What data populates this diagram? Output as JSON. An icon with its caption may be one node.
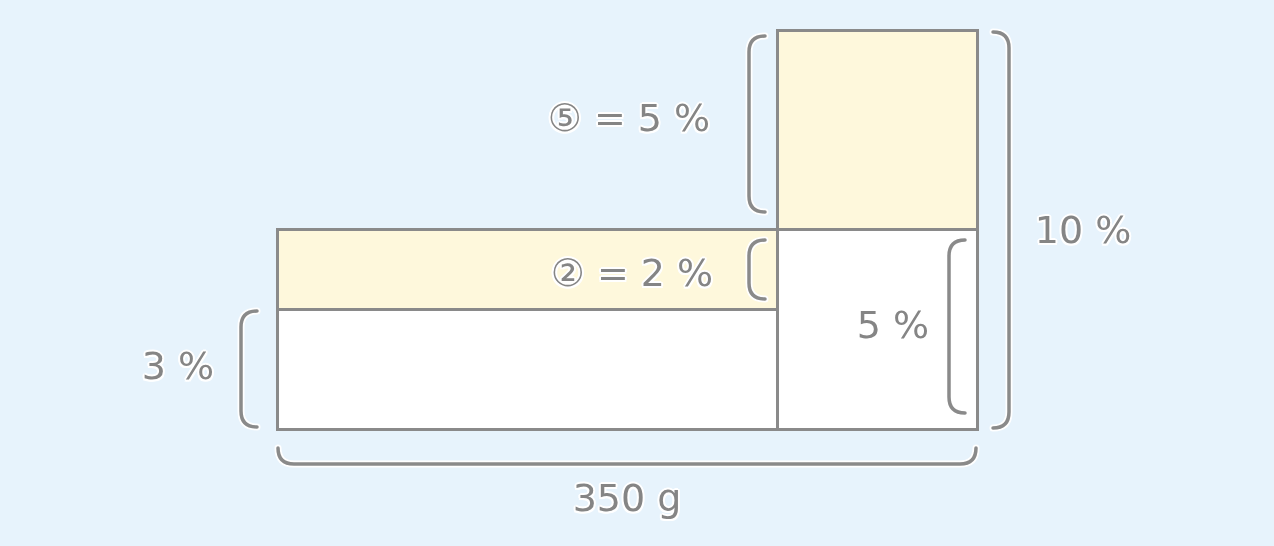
{
  "diagram": {
    "nodes": [
      {
        "text": [],
        "shape": "box"
      },
      {
        "text": [
          "② = 2 %"
        ]
      },
      {
        "text": [
          "5 %"
        ]
      },
      {
        "text": [],
        "shape": "box"
      }
    ],
    "edges": [],
    "labels": [
      "⑤ = 5 %",
      "10 %",
      "3 %",
      "350 g"
    ]
  }
}
